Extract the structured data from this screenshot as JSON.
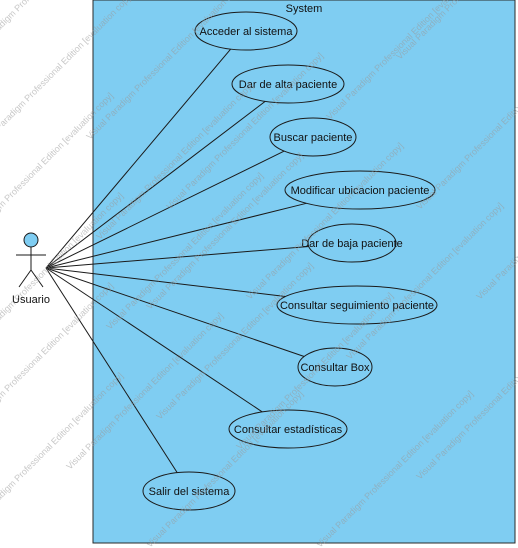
{
  "system": {
    "title": "System"
  },
  "actor": {
    "name": "Usuario"
  },
  "use_cases": [
    {
      "id": "acceder",
      "label": "Acceder al sistema"
    },
    {
      "id": "alta",
      "label": "Dar de alta paciente"
    },
    {
      "id": "buscar",
      "label": "Buscar paciente"
    },
    {
      "id": "modificar",
      "label": "Modificar ubicacion paciente"
    },
    {
      "id": "baja",
      "label": "Dar de baja paciente"
    },
    {
      "id": "seguimiento",
      "label": "Consultar seguimiento paciente"
    },
    {
      "id": "box",
      "label": "Consultar Box"
    },
    {
      "id": "estadisticas",
      "label": "Consultar estadísticas"
    },
    {
      "id": "salir",
      "label": "Salir del sistema"
    }
  ],
  "watermark": {
    "text": "Visual Paradigm Professional Edition [evaluation copy]"
  },
  "colors": {
    "fill": "#7fcdf2",
    "stroke": "#1a1a1a",
    "watermark": "#9a9a9a"
  }
}
